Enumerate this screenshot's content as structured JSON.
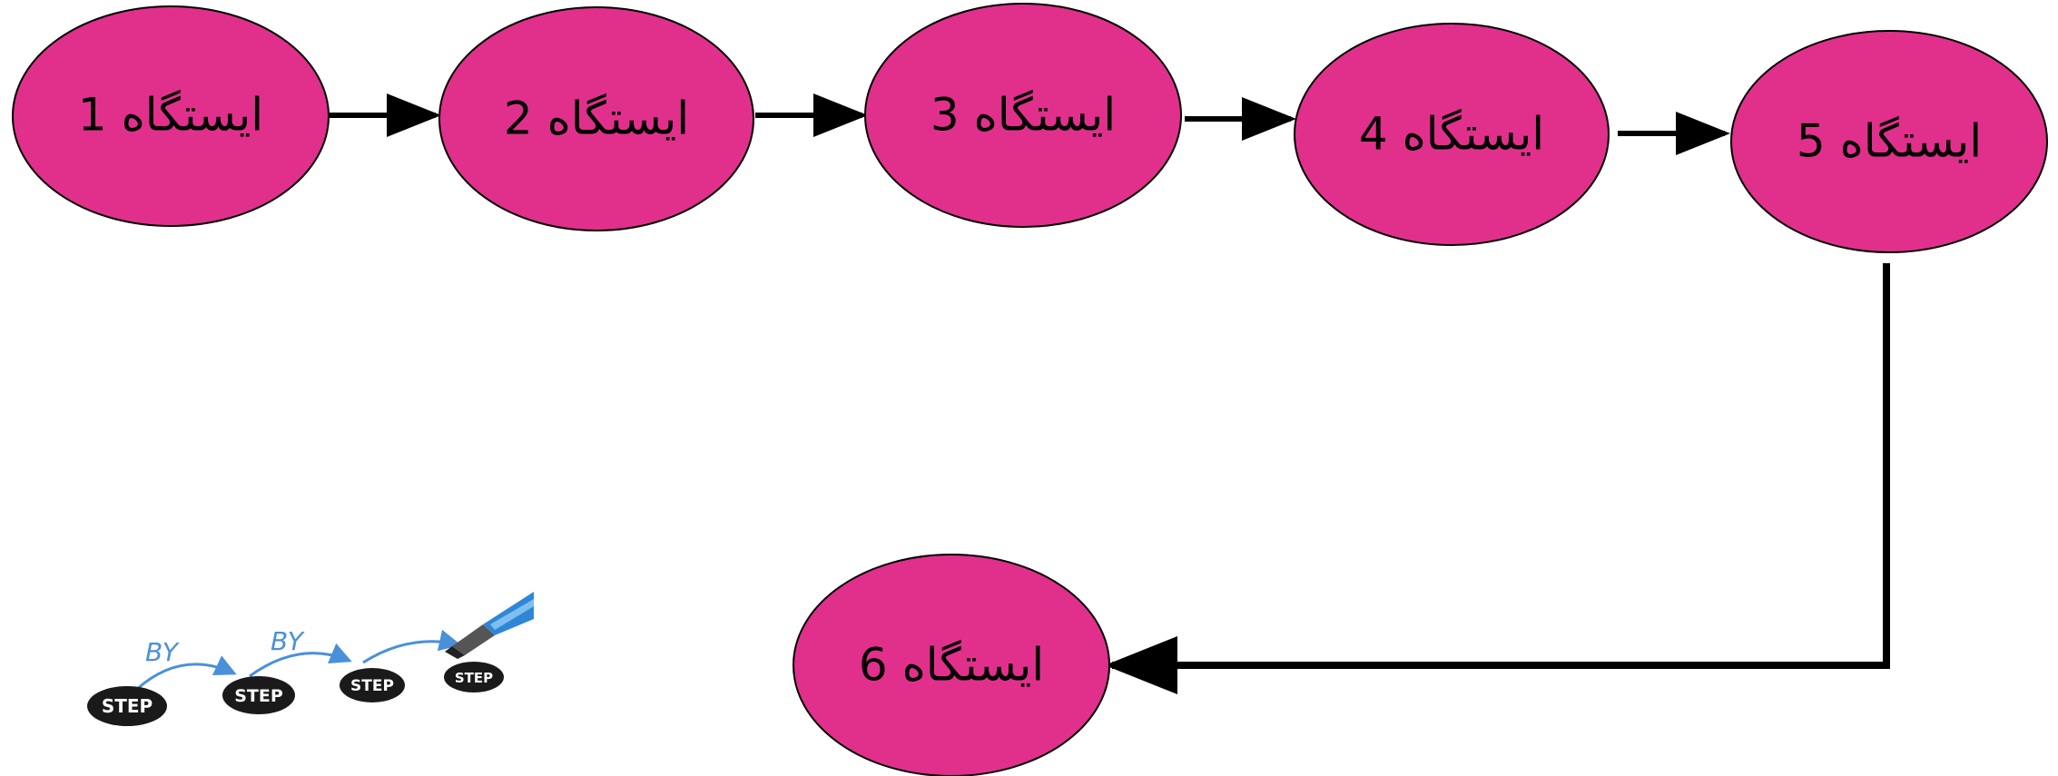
{
  "colors": {
    "node_fill": "#e0308c",
    "node_stroke": "#000000",
    "arrow": "#000000",
    "step_badge": "#1a1a1a",
    "step_arrow": "#4a90d9",
    "pen_body": "#2f86d6"
  },
  "stations": [
    {
      "label": "ایستگاه 1"
    },
    {
      "label": "ایستگاه 2"
    },
    {
      "label": "ایستگاه 3"
    },
    {
      "label": "ایستگاه 4"
    },
    {
      "label": "ایستگاه 5"
    },
    {
      "label": "ایستگاه 6"
    }
  ],
  "logo": {
    "by_words": [
      "BY",
      "BY"
    ],
    "step_words": [
      "STEP",
      "STEP",
      "STEP",
      "STEP"
    ]
  }
}
